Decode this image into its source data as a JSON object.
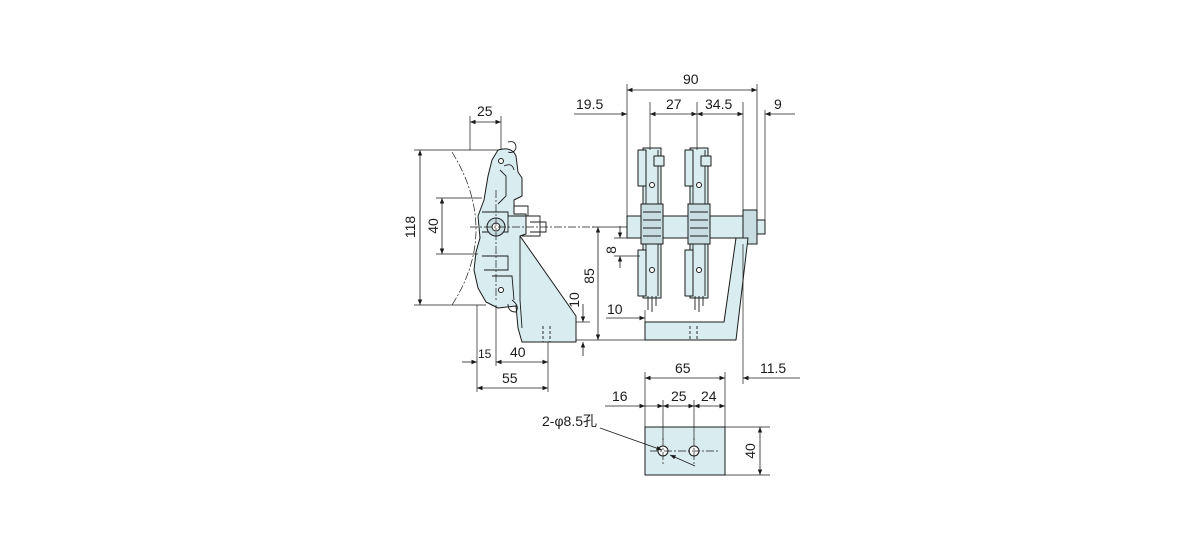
{
  "drawing": {
    "side_view": {
      "width_top": "25",
      "height_total": "118",
      "pivot_span": "40",
      "base_offset": "15",
      "base_hole_pitch": "40",
      "base_width": "55"
    },
    "front_view": {
      "overall_width": "90",
      "left_offset": "19.5",
      "arm_pitch": "27",
      "arm_to_end": "34.5",
      "shaft_end": "9",
      "shaft_height": "85",
      "base_thickness": "10",
      "arm_offset": "8",
      "base_step": "10",
      "end_offset": "11.5"
    },
    "base_plate": {
      "width": "65",
      "edge_to_hole": "16",
      "hole_pitch": "25",
      "hole_to_edge": "24",
      "depth": "40",
      "hole_callout": "2-φ8.5孔"
    }
  }
}
